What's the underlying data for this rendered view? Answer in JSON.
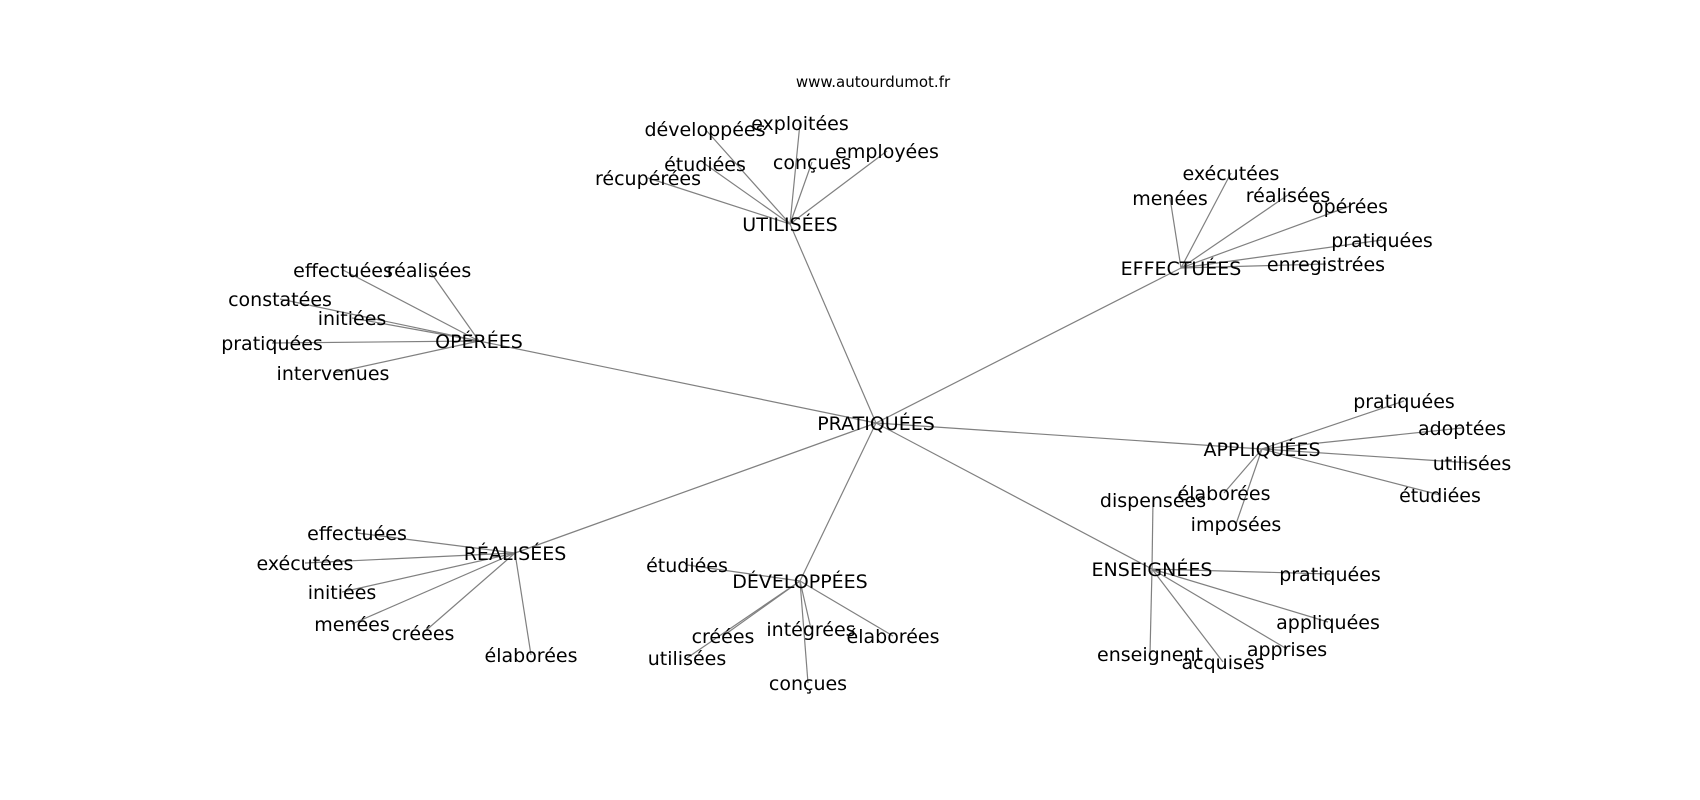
{
  "watermark": "www.autourdumot.fr",
  "center": "PRATIQUÉES",
  "colors": {
    "edge": "#808080",
    "text": "#000000",
    "background": "#ffffff"
  },
  "groups": [
    {
      "id": "utilisees",
      "label": "UTILISÉES",
      "words": [
        "développées",
        "exploitées",
        "étudiées",
        "conçues",
        "employées",
        "récupérées"
      ]
    },
    {
      "id": "effectuees",
      "label": "EFFECTUÉES",
      "words": [
        "exécutées",
        "menées",
        "réalisées",
        "opérées",
        "pratiquées",
        "enregistrées"
      ]
    },
    {
      "id": "operees",
      "label": "OPÉRÉES",
      "words": [
        "effectuées",
        "réalisées",
        "constatées",
        "initiées",
        "pratiquées",
        "intervenues"
      ]
    },
    {
      "id": "appliquees",
      "label": "APPLIQUÉES",
      "words": [
        "pratiquées",
        "adoptées",
        "utilisées",
        "élaborées",
        "étudiées",
        "imposées"
      ]
    },
    {
      "id": "realisees",
      "label": "RÉALISÉES",
      "words": [
        "effectuées",
        "exécutées",
        "initiées",
        "menées",
        "créées",
        "élaborées"
      ]
    },
    {
      "id": "developpees",
      "label": "DÉVELOPPÉES",
      "words": [
        "étudiées",
        "créées",
        "intégrées",
        "élaborées",
        "utilisées",
        "conçues"
      ]
    },
    {
      "id": "enseignees",
      "label": "ENSEIGNÉES",
      "words": [
        "dispensées",
        "pratiquées",
        "appliquées",
        "apprises",
        "enseignent",
        "acquises"
      ]
    }
  ]
}
